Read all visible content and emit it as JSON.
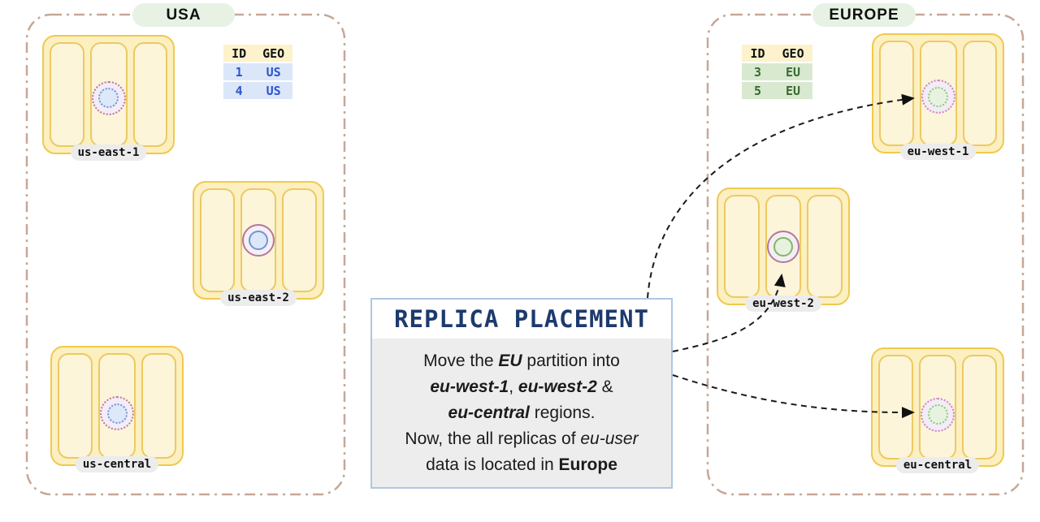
{
  "usa": {
    "label": "USA",
    "zones": [
      {
        "name": "us-east-1",
        "marker": "us-follower-dotted"
      },
      {
        "name": "us-east-2",
        "marker": "us-leader-solid"
      },
      {
        "name": "us-central",
        "marker": "us-follower-dotted"
      }
    ],
    "table": {
      "headers": [
        "ID",
        "GEO"
      ],
      "rows": [
        [
          "1",
          "US"
        ],
        [
          "4",
          "US"
        ]
      ]
    }
  },
  "europe": {
    "label": "EUROPE",
    "zones": [
      {
        "name": "eu-west-1",
        "marker": "eu-follower-dotted"
      },
      {
        "name": "eu-west-2",
        "marker": "eu-leader-solid"
      },
      {
        "name": "eu-central",
        "marker": "eu-follower-dotted"
      }
    ],
    "table": {
      "headers": [
        "ID",
        "GEO"
      ],
      "rows": [
        [
          "3",
          "EU"
        ],
        [
          "5",
          "EU"
        ]
      ]
    }
  },
  "callout": {
    "title": "REPLICA PLACEMENT",
    "line1": {
      "t0": "Move the ",
      "t1": "EU",
      "t2": " partition into"
    },
    "line2": {
      "t0": "eu-west-1",
      "t1": ", ",
      "t2": "eu-west-2",
      "t3": " &"
    },
    "line3": {
      "t0": "eu-central",
      "t1": " regions."
    },
    "line4": {
      "t0": "Now, the all replicas of ",
      "t1": "eu-user"
    },
    "line5": {
      "t0": "data is located in ",
      "t1": "Europe"
    }
  },
  "colors": {
    "region_border": "#c7a796",
    "zone_border": "#f0c94e",
    "zone_fill": "#fcefc0",
    "node_fill": "#fcf5da",
    "pill_green": "#e7f2e5",
    "table_header_yellow": "#fdf2cb",
    "us_partition_blue": "#2c54cc",
    "eu_partition_green": "#3a6a31",
    "us_row_blue": "#dbe6f9",
    "eu_row_green": "#d8e9d0",
    "leader_ring_purple": "#b2799c",
    "us_follower_ring": "#c4798c",
    "eu_follower_ring": "#d583b5",
    "callout_border_blue": "#aec6e2",
    "callout_title_navy": "#1d3a6e",
    "arrow_black": "#1a1a1a"
  }
}
